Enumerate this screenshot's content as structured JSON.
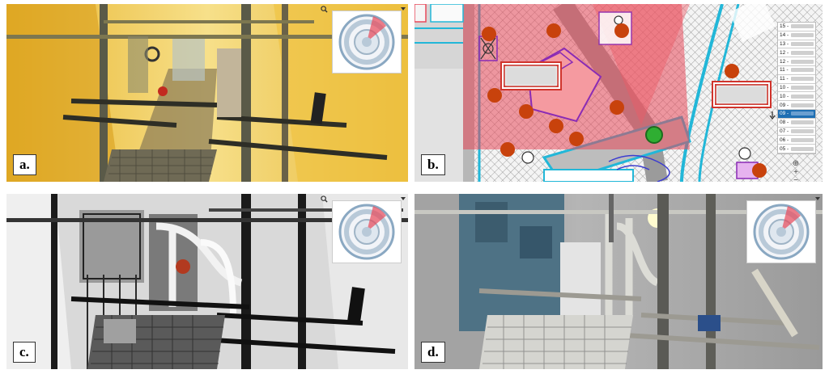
{
  "panels": {
    "a": {
      "label": "a."
    },
    "b": {
      "label": "b."
    },
    "c": {
      "label": "c."
    },
    "d": {
      "label": "d."
    }
  },
  "levels": {
    "items": [
      "15 -",
      "14 -",
      "13 -",
      "12 -",
      "12 -",
      "11 -",
      "11 -",
      "10 -",
      "10 -",
      "09 -",
      "09 -",
      "08 -",
      "07 -",
      "06 -",
      "05 -"
    ],
    "selected_index": 10
  },
  "map_controls": {
    "locate": "⊕",
    "zoom_in": "+",
    "zoom_out": "−"
  },
  "colors": {
    "tint_yellow": "#f2c84a",
    "zone_red": "#e8495a",
    "pipe_cyan": "#22b7d8",
    "marker_orange": "#c8420c",
    "marker_green": "#2fae32",
    "tag_red": "#d0342c",
    "level_active": "#1f6fb3"
  }
}
